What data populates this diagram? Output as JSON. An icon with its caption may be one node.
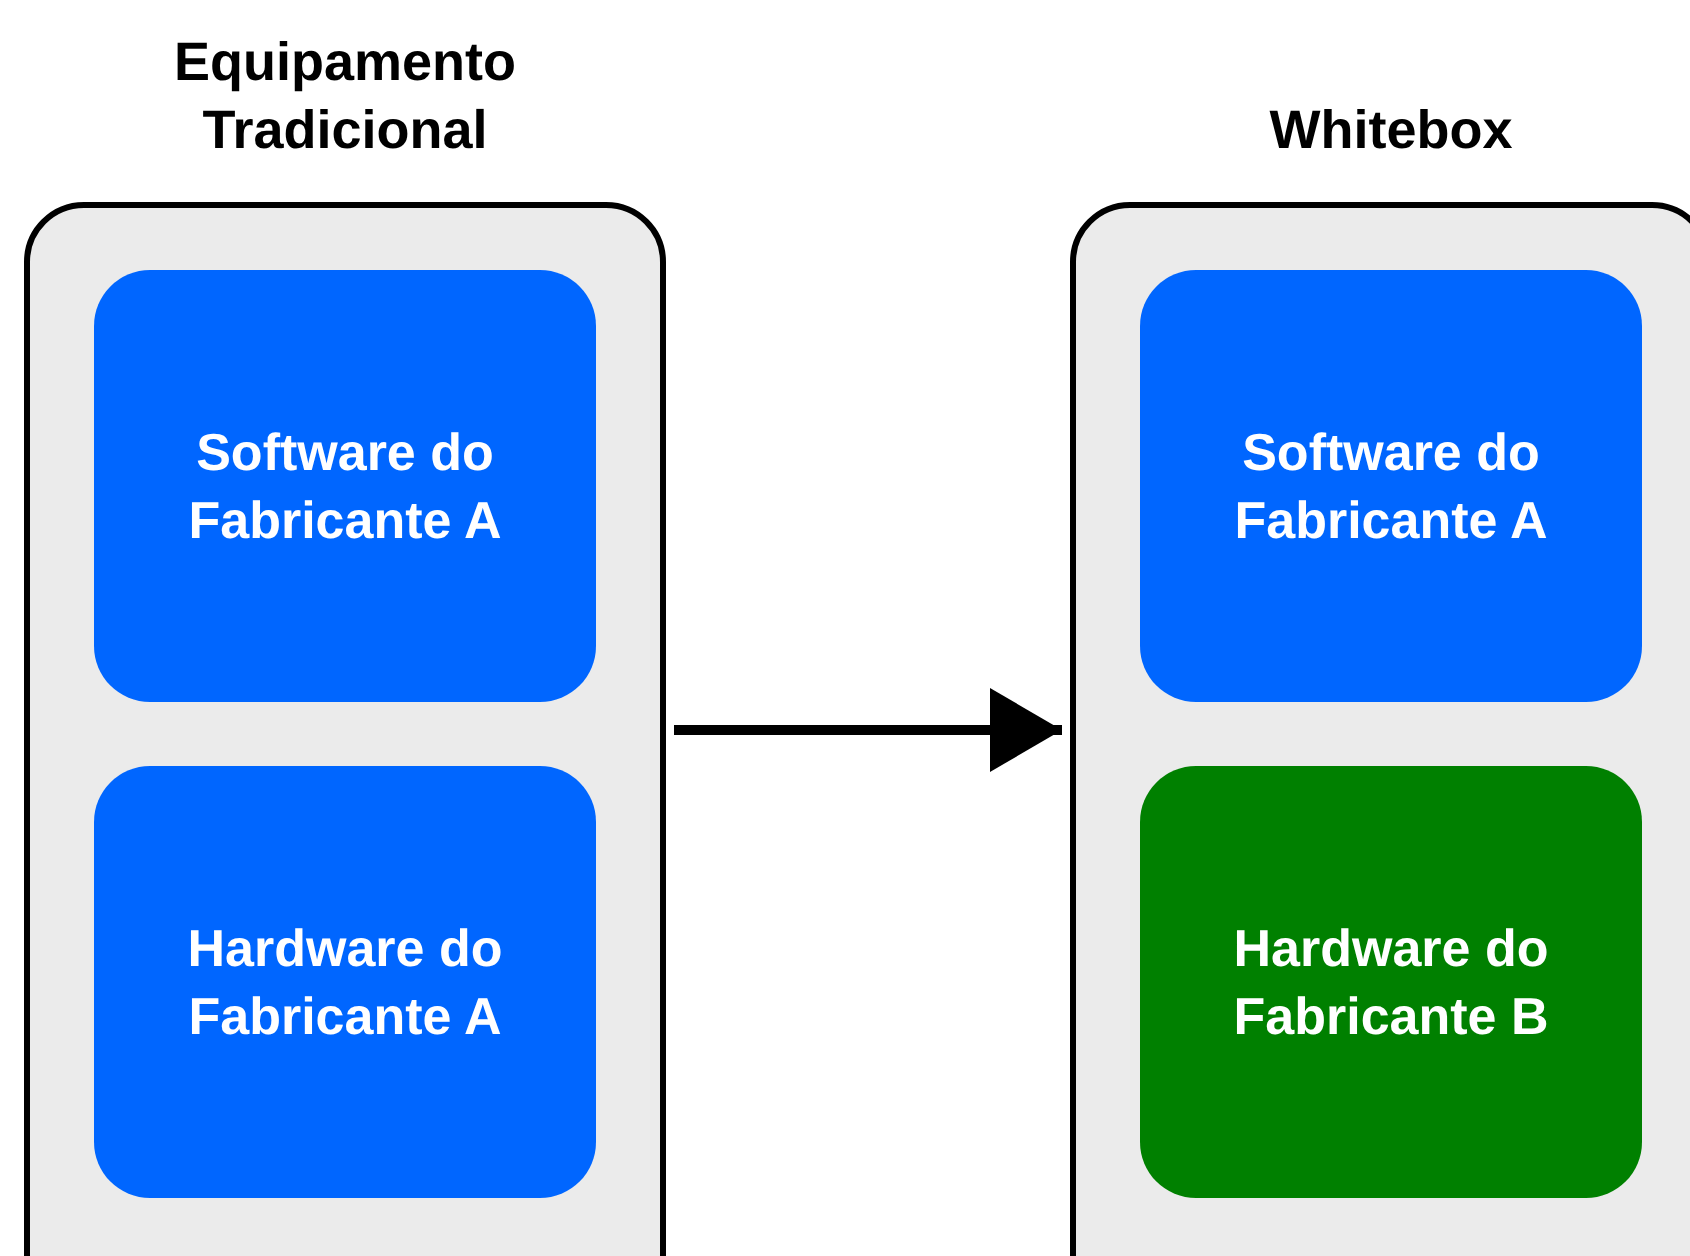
{
  "diagram": {
    "nodes": [
      {
        "text": [
          "Equipamento Tradicional"
        ]
      },
      {
        "text": [
          "Software do Fabricante A"
        ],
        "in": 0
      },
      {
        "text": [
          "Hardware do Fabricante A"
        ],
        "in": 0
      },
      {
        "text": [
          "Whitebox"
        ]
      },
      {
        "text": [
          "Software do Fabricante A"
        ],
        "in": 3
      },
      {
        "text": [
          "Hardware do Fabricante B"
        ],
        "in": 3
      }
    ],
    "edges": [
      {
        "from": 0,
        "to": 3,
        "arrow": "to"
      }
    ]
  }
}
